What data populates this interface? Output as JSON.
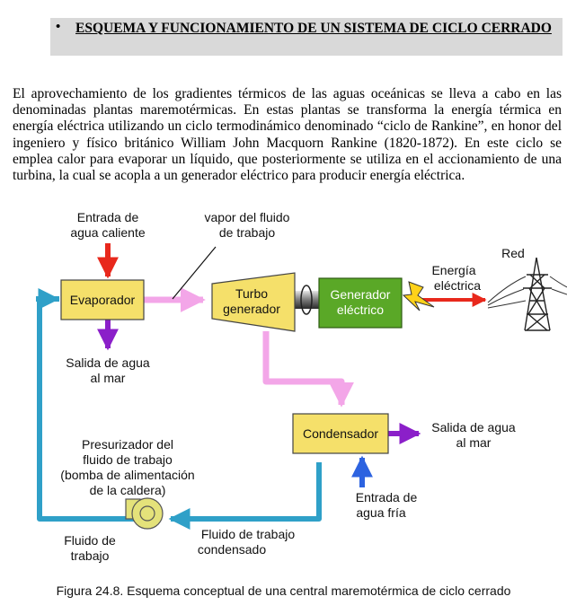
{
  "heading": {
    "bullet": "•",
    "text": "ESQUEMA Y FUNCIONAMIENTO  DE UN SISTEMA DE CICLO CERRADO"
  },
  "body": {
    "paragraph": "El aprovechamiento de los gradientes térmicos de las aguas oceánicas se lleva a cabo en las denominadas plantas maremotérmicas. En estas plantas se transforma la energía térmica en energía eléctrica utilizando un ciclo termodinámico denominado “ciclo de Rankine”, en honor del ingeniero y físico británico William John Macquorn Rankine (1820-1872). En este ciclo se emplea calor para evaporar un líquido, que posteriormente se utiliza en el accionamiento de una turbina, la cual se acopla a un generador eléctrico para producir energía eléctrica."
  },
  "diagram": {
    "inlet_warm_1": "Entrada de",
    "inlet_warm_2": "agua caliente",
    "vapor_1": "vapor del fluido",
    "vapor_2": "de trabajo",
    "evaporator": "Evaporador",
    "turbo_1": "Turbo",
    "turbo_2": "generador",
    "generator_1": "Generador",
    "generator_2": "eléctrico",
    "energy_1": "Energía",
    "energy_2": "eléctrica",
    "grid": "Red",
    "outlet_evap_1": "Salida de agua",
    "outlet_evap_2": "al mar",
    "condenser": "Condensador",
    "outlet_cond_1": "Salida de agua",
    "outlet_cond_2": "al mar",
    "pump_1": "Presurizador del",
    "pump_2": "fluido de trabajo",
    "pump_3": "(bomba de alimentación",
    "pump_4": "de la caldera)",
    "inlet_cold_1": "Entrada de",
    "inlet_cold_2": "agua fría",
    "fluid_1": "Fluido de",
    "fluid_2": "trabajo",
    "condensed_1": "Fluido de trabajo",
    "condensed_2": "condensado"
  },
  "caption": "Figura 24.8. Esquema conceptual de una central maremotérmica de ciclo cerrado",
  "colors": {
    "box_yellow": "#f5e06a",
    "box_green": "#5aa827",
    "pipe_blue": "#2fa0c8",
    "vapor_pink": "#f3a6e8",
    "arrow_red": "#e8281c",
    "arrow_purple": "#8b1fc9",
    "arrow_blue": "#2d63e0"
  }
}
